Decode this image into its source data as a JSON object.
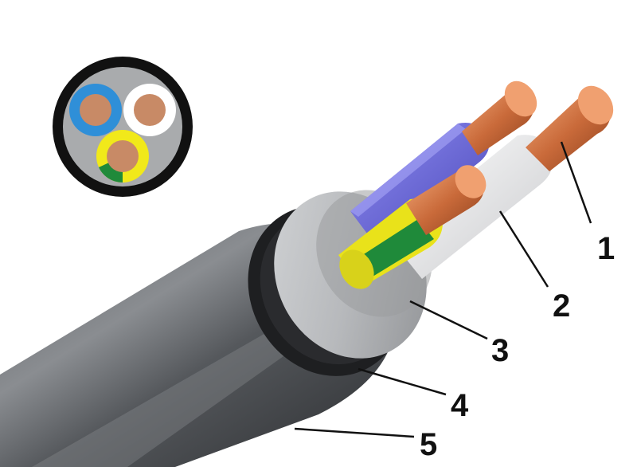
{
  "diagram": {
    "callouts": [
      {
        "number": "1",
        "part": "copper-conductor"
      },
      {
        "number": "2",
        "part": "core-insulation"
      },
      {
        "number": "3",
        "part": "inner-filler-sheath"
      },
      {
        "number": "4",
        "part": "separation-layer"
      },
      {
        "number": "5",
        "part": "outer-jacket"
      }
    ],
    "colors": {
      "jacket": "#3a3c3f",
      "jacket_highlight": "#8a8d91",
      "filler": "#b7b9bc",
      "filler_dark": "#8d8f92",
      "copper": "#c96a3a",
      "copper_light": "#f2a878",
      "core_blue": "#6b68e0",
      "core_white": "#e9eaec",
      "core_yellow": "#e9e21a",
      "core_green": "#1f8a3a",
      "cross_section_ring": "#111111",
      "cross_section_fill": "#a9abad"
    }
  }
}
